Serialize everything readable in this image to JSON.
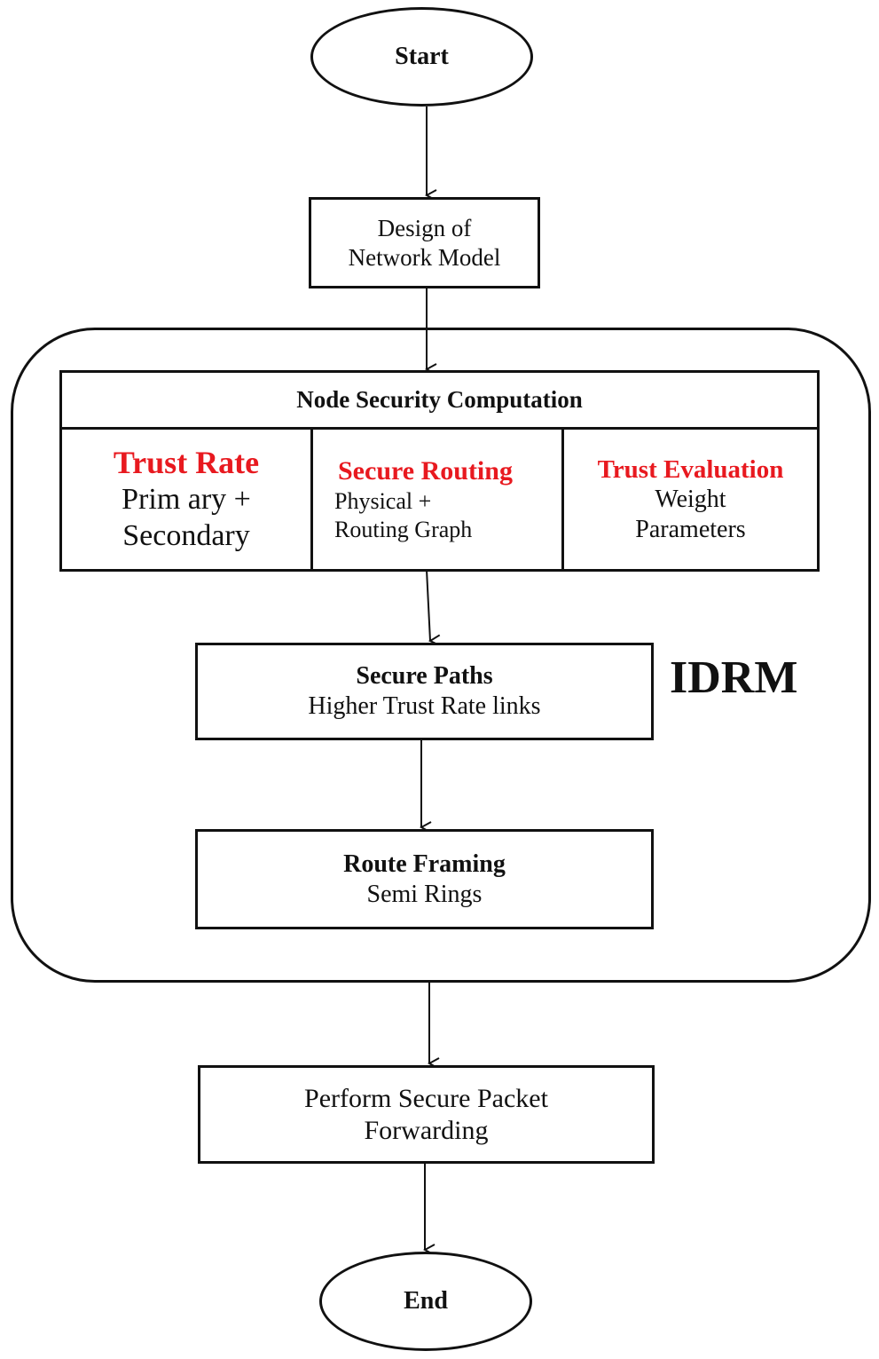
{
  "start": "Start",
  "design": {
    "line1": "Design of",
    "line2": "Network Model"
  },
  "node_security": {
    "title": "Node Security Computation",
    "cells": [
      {
        "title": "Trust Rate",
        "line1": "Prim ary +",
        "line2": "Secondary"
      },
      {
        "title": "Secure Routing",
        "line1": "Physical +",
        "line2": "Routing Graph"
      },
      {
        "title": "Trust Evaluation",
        "line1": "Weight",
        "line2": "Parameters"
      }
    ]
  },
  "secure_paths": {
    "title": "Secure Paths",
    "subtitle": "Higher Trust Rate links"
  },
  "route_framing": {
    "title": "Route Framing",
    "subtitle": "Semi Rings"
  },
  "container_label": "IDRM",
  "forwarding": {
    "line1": "Perform Secure Packet",
    "line2": "Forwarding"
  },
  "end": "End",
  "colors": {
    "stroke": "#111111",
    "highlight": "#e8191f",
    "background": "#ffffff"
  }
}
